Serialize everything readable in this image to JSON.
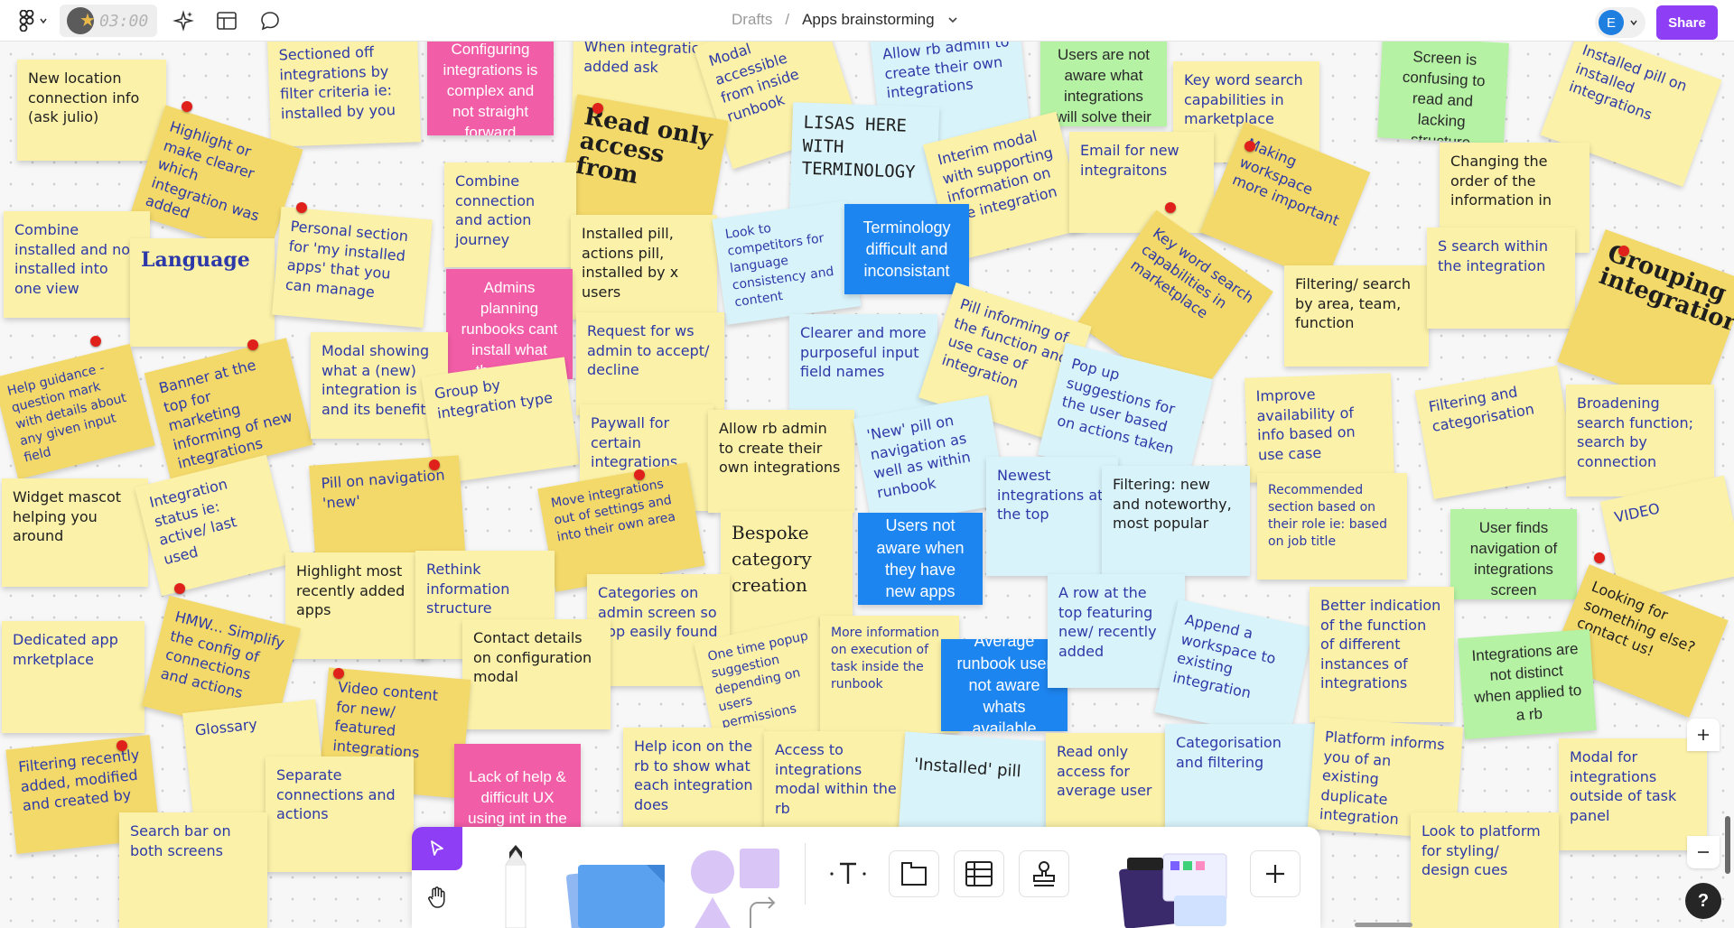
{
  "topbar": {
    "timer": "03:00",
    "breadcrumb_drafts": "Drafts",
    "breadcrumb_sep": "/",
    "file_title": "Apps brainstorming",
    "user_initial": "E",
    "share_label": "Share"
  },
  "stickies": [
    {
      "text": "New location connection info (ask julio)"
    },
    {
      "text": "Sectioned off integrations by filter criteria ie: installed by you"
    },
    {
      "text": "Configuring integrations is complex and not straight forward"
    },
    {
      "text": "When integration added ask"
    },
    {
      "text": "Modal accessible from inside runbook"
    },
    {
      "text": "Allow rb admin to create their own integrations"
    },
    {
      "text": "Users are not aware what integrations will solve their problem"
    },
    {
      "text": "Key word search capabilities in marketplace"
    },
    {
      "text": "Screen is confusing to read and lacking structure"
    },
    {
      "text": "Installed pill on installed integrations"
    },
    {
      "text": "Highlight or make clearer which integration was added"
    },
    {
      "text": "Read only access from"
    },
    {
      "text": "LISAS HERE WITH TERMINOLOGY"
    },
    {
      "text": "Interim modal with supporting information on the integration"
    },
    {
      "text": "Email for new integraitons"
    },
    {
      "text": "Making workspace more important"
    },
    {
      "text": "Changing the order of the information in"
    },
    {
      "text": "Combine installed and not installed into one view"
    },
    {
      "text": "Language"
    },
    {
      "text": "Personal section for 'my installed apps' that you can manage"
    },
    {
      "text": "Combine connection and action journey"
    },
    {
      "text": "Installed pill, actions pill, installed by x users"
    },
    {
      "text": "Look to competitors for language consistency and content"
    },
    {
      "text": "Terminology difficult and inconsistant"
    },
    {
      "text": "Key word search capabilities in marketplace"
    },
    {
      "text": "Filtering/ search by area, team, function"
    },
    {
      "text": "S search within the integration"
    },
    {
      "text": "Grouping integrations"
    },
    {
      "text": "Admins planning runbooks cant install what they need"
    },
    {
      "text": "Request for ws admin to accept/ decline"
    },
    {
      "text": "Clearer and more purposeful input field names"
    },
    {
      "text": "Pill informing of the function and use case of integration"
    },
    {
      "text": "Help guidance - question mark with details about any given input field"
    },
    {
      "text": "Banner at the top for marketing informing of new integrations"
    },
    {
      "text": "Modal showing what a (new) integration is and its benefit"
    },
    {
      "text": "Group by integration type"
    },
    {
      "text": "Paywall for certain integrations"
    },
    {
      "text": "Allow rb admin to create their own integrations"
    },
    {
      "text": "Pop up suggestions for the user based on actions taken"
    },
    {
      "text": "Improve availability of info based on use case"
    },
    {
      "text": "Filtering and categorisation"
    },
    {
      "text": "Broadening search function; search by connection"
    },
    {
      "text": "'New' pill on navigation as well as within runbook"
    },
    {
      "text": "Widget mascot helping you around"
    },
    {
      "text": "Integration status ie: active/ last used"
    },
    {
      "text": "Pill on navigation 'new'"
    },
    {
      "text": "Move integrations out of settings and into their own area"
    },
    {
      "text": "Bespoke category creation"
    },
    {
      "text": "Users not aware when they have new apps"
    },
    {
      "text": "Newest integrations at the top"
    },
    {
      "text": "Filtering: new and noteworthy, most popular"
    },
    {
      "text": "Recommended section based on their role ie: based on job title"
    },
    {
      "text": "User finds navigation of integrations screen"
    },
    {
      "text": "VIDEO"
    },
    {
      "text": "Highlight most recently added apps"
    },
    {
      "text": "Rethink information structure"
    },
    {
      "text": "Categories on admin screen so app easily found"
    },
    {
      "text": "Dedicated app mrketplace"
    },
    {
      "text": "HMW... Simplify the config of connections and actions"
    },
    {
      "text": "Contact details on configuration modal"
    },
    {
      "text": "One time popup suggestion depending on users permissions"
    },
    {
      "text": "More information on execution of task inside the runbook"
    },
    {
      "text": "Average runbook user not aware whats available"
    },
    {
      "text": "A row at the top featuring new/ recently added"
    },
    {
      "text": "Append a workspace to existing integration"
    },
    {
      "text": "Better indication of the function of different instances of integrations"
    },
    {
      "text": "Looking for something else? contact us!"
    },
    {
      "text": "Integrations are not distinct when applied to a rb"
    },
    {
      "text": "Video content for new/ featured integrations"
    },
    {
      "text": "Glossary"
    },
    {
      "text": "Filtering recently added, modified and created by"
    },
    {
      "text": "Lack of help & difficult UX using int in the rb"
    },
    {
      "text": "Help icon on the rb to show what each integration does"
    },
    {
      "text": "Access to integrations modal within the rb"
    },
    {
      "text": "'Installed' pill"
    },
    {
      "text": "Read only access for average user"
    },
    {
      "text": "Categorisation and filtering"
    },
    {
      "text": "Platform informs you of an existing duplicate integration"
    },
    {
      "text": "Modal for integrations outside of task panel"
    },
    {
      "text": "Separate connections and actions"
    },
    {
      "text": "Search bar on both screens"
    },
    {
      "text": "Look to platform for styling/ design cues"
    }
  ],
  "toolbar": {
    "tools": [
      "select",
      "hand",
      "marker",
      "sticky-notes",
      "shapes",
      "text",
      "section",
      "table",
      "stamp",
      "widgets",
      "more"
    ]
  },
  "colors": {
    "accent": "#8e3ff5",
    "sticky_yellow": "#fbf1a9",
    "sticky_dark_yellow": "#f3d96a",
    "sticky_light_blue": "#d9f3fa",
    "sticky_blue": "#1d85f0",
    "sticky_green": "#b5f2a4",
    "sticky_pink": "#f25da7",
    "pin_red": "#e0211b"
  }
}
